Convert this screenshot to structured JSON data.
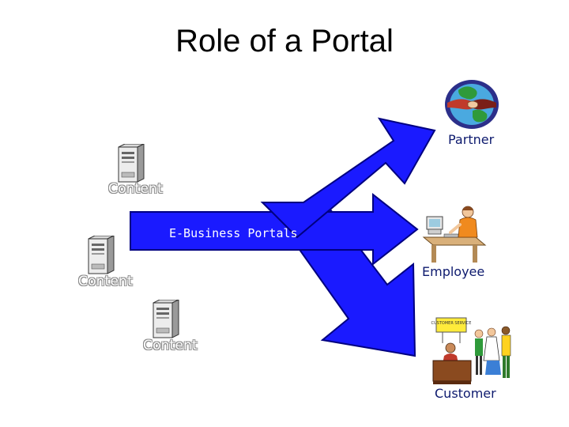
{
  "title": "Role of a Portal",
  "portal": {
    "label": "E-Business Portals",
    "color": "#1a1aff"
  },
  "sources": [
    {
      "label": "Content"
    },
    {
      "label": "Content"
    },
    {
      "label": "Content"
    }
  ],
  "targets": {
    "partner": {
      "label": "Partner"
    },
    "employee": {
      "label": "Employee"
    },
    "customer": {
      "label": "Customer",
      "sign": "CUSTOMER SERVICE"
    }
  },
  "icons": {
    "server": "server-tower-icon",
    "partner": "handshake-globe-icon",
    "employee": "office-worker-icon",
    "customer": "customer-service-icon"
  }
}
